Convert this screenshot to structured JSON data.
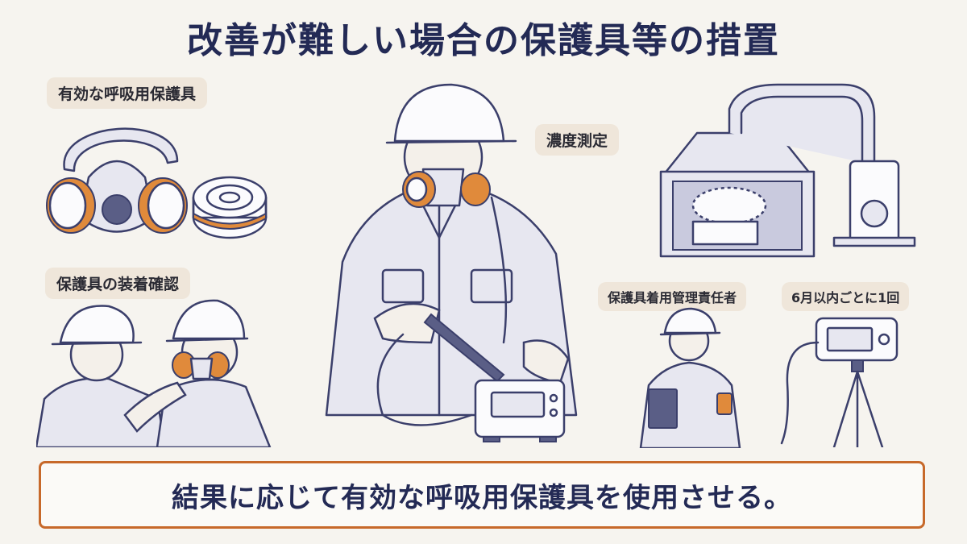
{
  "title": "改善が難しい場合の保護具等の措置",
  "labels": {
    "respirator": "有効な呼吸用保護具",
    "fit_check": "保護具の装着確認",
    "concentration": "濃度測定",
    "manager": "保護具着用管理責任者",
    "interval": "6月以内ごとに1回"
  },
  "bottom_message": "結果に応じて有効な呼吸用保護具を使用させる。",
  "colors": {
    "title": "#232a55",
    "accent_border": "#c7692a",
    "tag_background": "#efe6da",
    "line_art": "#3b3f6b",
    "filter_accent": "#e08a3b",
    "background": "#f6f4ef"
  }
}
